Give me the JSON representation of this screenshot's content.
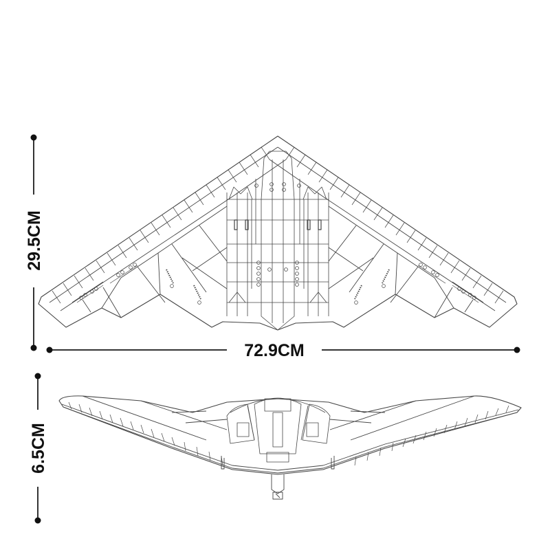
{
  "diagram": {
    "subject": "flying-wing stealth bomber brick model",
    "line_color": "#444444",
    "ink_color": "#111111",
    "background": "#ffffff"
  },
  "top_view": {
    "height_label": "29.5CM",
    "width_label": "72.9CM"
  },
  "front_view": {
    "height_label": "6.5CM"
  }
}
